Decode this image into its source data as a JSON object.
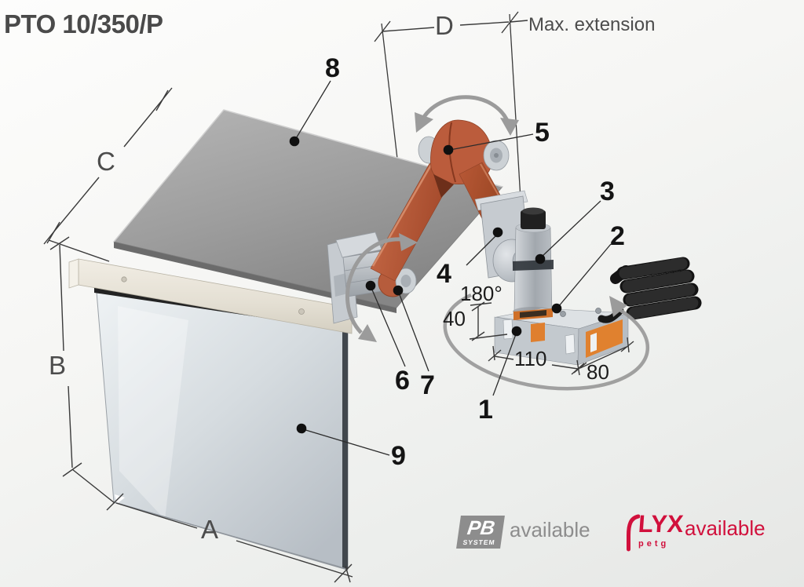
{
  "title": "PTO 10/350/P",
  "header": {
    "max_extension": "Max. extension"
  },
  "dimensions": {
    "d": "D",
    "c": "C",
    "b": "B",
    "a": "A"
  },
  "parts": {
    "p1": "1",
    "p2": "2",
    "p3": "3",
    "p4": "4",
    "p5": "5",
    "p6": "6",
    "p7": "7",
    "p8": "8",
    "p9": "9"
  },
  "measurements": {
    "rotation": "180°",
    "bracket_height": "40",
    "bracket_length": "110",
    "bracket_depth": "80"
  },
  "badges": {
    "pb": {
      "name": "PB",
      "sub": "SYSTEM",
      "availability": "available",
      "color": "#8d8d8d"
    },
    "lyx": {
      "name": "LYX",
      "sub": "petg",
      "availability": "available",
      "color": "#d1103c"
    }
  },
  "colors": {
    "arm_orange": "#bb5c3c",
    "accent_orange": "#e0812f",
    "steel_gray": "#c3c9ce",
    "dimension_line": "#3a3a3a",
    "part_label": "#141414",
    "dim_letter": "#4c4c4c",
    "arrow_gray": "#9b9b9b"
  }
}
